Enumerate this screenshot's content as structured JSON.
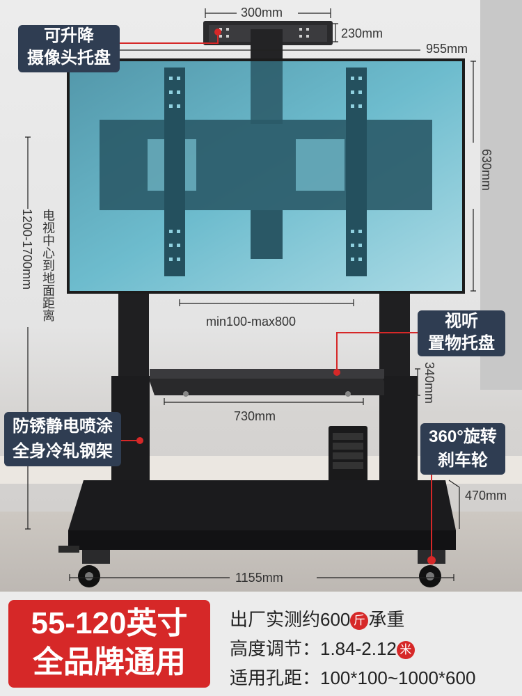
{
  "labels": {
    "camera_tray": [
      "可升降",
      "摄像头托盘"
    ],
    "av_tray": [
      "视听",
      "置物托盘"
    ],
    "frame": [
      "防锈静电喷涂",
      "全身冷轧钢架"
    ],
    "wheels": [
      "360°旋转",
      "刹车轮"
    ]
  },
  "dimensions": {
    "tray_width": "300mm",
    "tray_depth": "230mm",
    "screen_width": "955mm",
    "screen_height": "630mm",
    "center_height": "电视中心到地面距离",
    "center_height_value": "1200-1700mm",
    "vesa_range": "min100-max800",
    "shelf_width": "730mm",
    "shelf_height": "340mm",
    "base_depth": "470mm",
    "base_width": "1155mm"
  },
  "badge": {
    "line1": "55-120英寸",
    "line2": "全品牌通用"
  },
  "specs": {
    "load_prefix": "出厂实测约600",
    "load_unit": "斤",
    "load_suffix": "承重",
    "height_text": "高度调节：1.84-2.12",
    "height_unit": "米",
    "hole_text": "适用孔距：100*100~1000*600"
  },
  "colors": {
    "label_bg": "#2f3d52",
    "accent_red": "#d62828",
    "screen_tint": "#7fc8d8",
    "steel": "#1e1e20"
  }
}
